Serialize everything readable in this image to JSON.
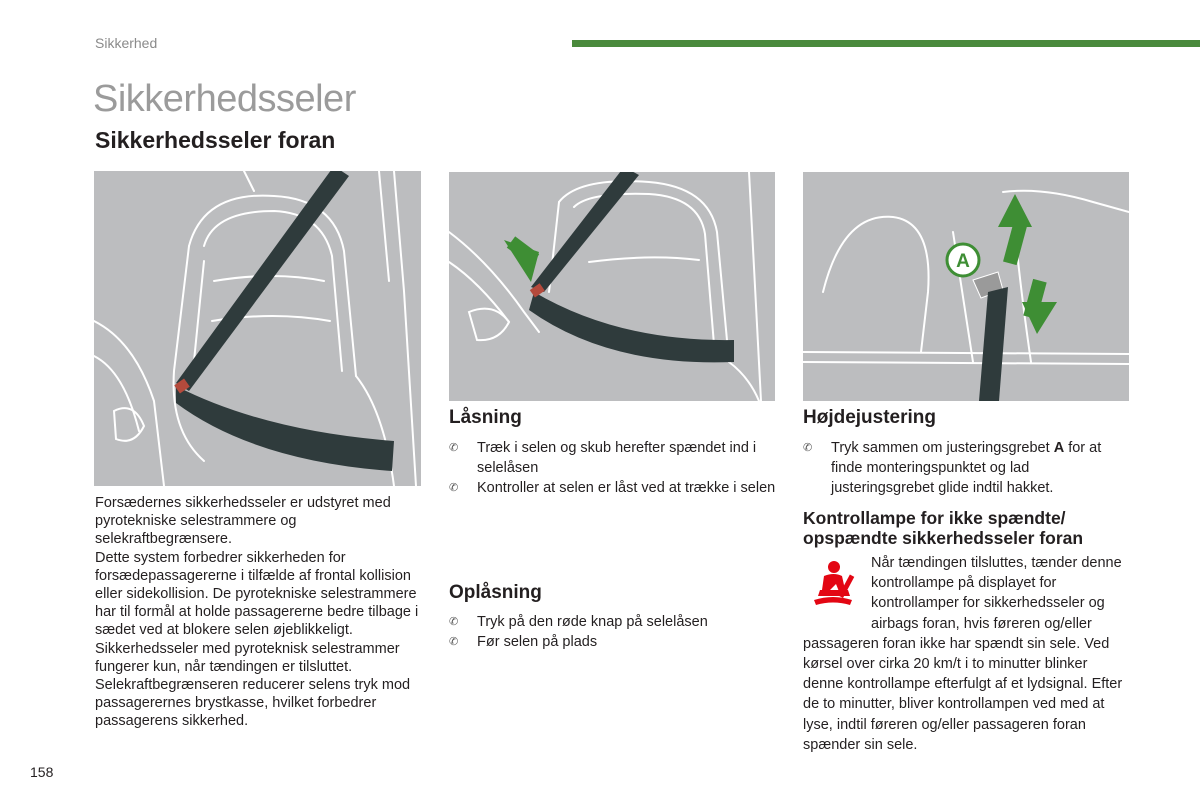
{
  "header": {
    "section": "Sikkerhed",
    "accent_color": "#4a8a3c"
  },
  "page": {
    "title": "Sikkerhedsseler",
    "subtitle": "Sikkerhedsseler foran",
    "number": "158"
  },
  "intro": {
    "paragraphs": [
      "Forsædernes sikkerhedsseler er udstyret med pyrotekniske selestrammere og selekraftbegrænsere.",
      "Dette system forbedrer sikkerheden for forsædepassagererne i tilfælde af frontal kollision eller sidekollision. De pyrotekniske selestrammere har til formål at holde passagererne bedre tilbage i sædet ved at blokere selen øjeblikkeligt.",
      "Sikkerhedsseler med pyroteknisk selestrammer fungerer kun, når tændingen er tilsluttet.",
      "Selekraftbegrænseren reducerer selens tryk mod passagerernes brystkasse, hvilket forbedrer passagerens sikkerhed."
    ]
  },
  "locking": {
    "heading": "Låsning",
    "steps": [
      "Træk i selen og skub herefter spændet ind i selelåsen",
      "Kontroller at selen er låst ved at trække i selen"
    ]
  },
  "unlocking": {
    "heading": "Oplåsning",
    "steps": [
      "Tryk på den røde knap på selelåsen",
      "Før selen på plads"
    ]
  },
  "height": {
    "heading": "Højdejustering",
    "step_pre": "Tryk sammen om justeringsgrebet ",
    "step_key": "A",
    "step_post": " for at finde monteringspunktet og lad justeringsgrebet glide indtil hakket.",
    "marker": "A"
  },
  "warning": {
    "heading": "Kontrollampe for ikke spændte/ opspændte sikkerhedsseler foran",
    "text_indented": "Når tændingen tilsluttes, tænder denne kontrollampe på displayet for kontrollamper for sikkerhedsseler og airbags foran, hvis føreren og/eller",
    "text_rest": "passageren foran ikke har spændt sin sele. Ved kørsel over cirka 20 km/t i to minutter blinker denne kontrollampe efterfulgt af et lydsignal. Efter de to minutter, bliver kontrollampen ved med at lyse, indtil føreren og/eller passageren foran spænder sin sele.",
    "icon": "seatbelt-warning-icon",
    "icon_color": "#e30613"
  },
  "icons": {
    "bullet": "✆",
    "arrow_color": "#3e8e34"
  }
}
